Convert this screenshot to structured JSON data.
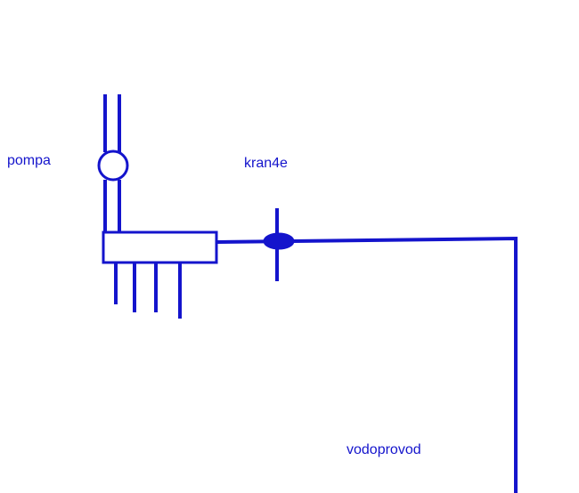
{
  "colors": {
    "line": "#1414cc",
    "text": "#1414cc",
    "bg": "#ffffff"
  },
  "labels": {
    "pump": "pompa",
    "valve": "kran4e",
    "water_main": "vodoprovod"
  }
}
